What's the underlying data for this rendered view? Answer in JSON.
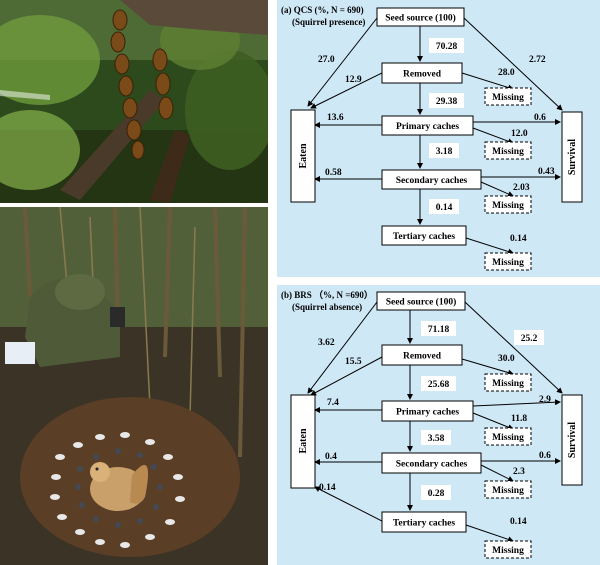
{
  "panels": {
    "a": {
      "title": "(a) QCS (%, N = 690)",
      "subtitle": "(Squirrel presence)",
      "nodes": {
        "seed": "Seed source (100)",
        "removed": "Removed",
        "primary": "Primary caches",
        "secondary": "Secondary caches",
        "tertiary": "Tertiary caches",
        "eaten": "Eaten",
        "survival": "Survival",
        "missing": "Missing"
      },
      "values": {
        "seed_removed": "70.28",
        "seed_eaten": "27.0",
        "seed_survival": "2.72",
        "removed_eaten": "12.9",
        "removed_missing": "28.0",
        "removed_primary": "29.38",
        "primary_eaten": "13.6",
        "primary_missing": "12.0",
        "primary_survival": "0.6",
        "primary_secondary": "3.18",
        "secondary_eaten": "0.58",
        "secondary_missing": "2.03",
        "secondary_survival": "0.43",
        "secondary_tertiary": "0.14",
        "tertiary_missing": "0.14"
      }
    },
    "b": {
      "title": "(b) BRS （%, N =690）",
      "subtitle": "(Squirrel absence)",
      "nodes": {
        "seed": "Seed source (100)",
        "removed": "Removed",
        "primary": "Primary caches",
        "secondary": "Secondary caches",
        "tertiary": "Tertiary caches",
        "eaten": "Eaten",
        "survival": "Survival",
        "missing": "Missing"
      },
      "values": {
        "seed_removed": "71.18",
        "seed_eaten": "3.62",
        "seed_survival": "25.2",
        "removed_eaten": "15.5",
        "removed_missing": "30.0",
        "removed_primary": "25.68",
        "primary_eaten": "7.4",
        "primary_missing": "11.8",
        "primary_survival": "2.9",
        "primary_secondary": "3.58",
        "secondary_eaten": "0.4",
        "secondary_missing": "2.3",
        "secondary_survival": "0.6",
        "secondary_tertiary": "0.28",
        "tertiary_eaten": "0.14",
        "tertiary_missing": "0.14"
      }
    }
  }
}
